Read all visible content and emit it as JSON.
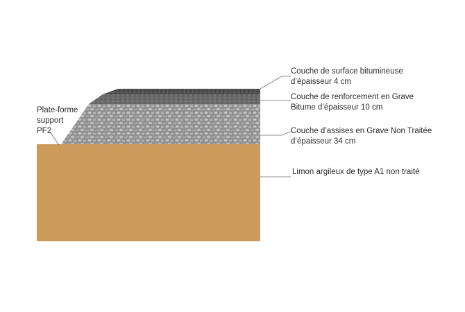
{
  "layers": {
    "surface": {
      "line1": "Couche de surface bitumineuse",
      "line2": "d’épaisseur 4 cm",
      "color": "#4a4a4a"
    },
    "renforcement": {
      "line1": "Couche de renforcement en Grave",
      "line2": "Bitume d’épaisseur 10 cm",
      "color": "#6d6d6d"
    },
    "assises": {
      "line1": "Couche d’assises en Grave Non Traitée",
      "line2": "d’épaisseur 34 cm",
      "color": "#9a9a9a"
    },
    "limon": {
      "line1": "Limon argileux de type A1 non traité",
      "color": "#cc9b5c"
    }
  },
  "plateforme": {
    "line1": "Plate-forme",
    "line2": "support",
    "line3": "PF2"
  }
}
